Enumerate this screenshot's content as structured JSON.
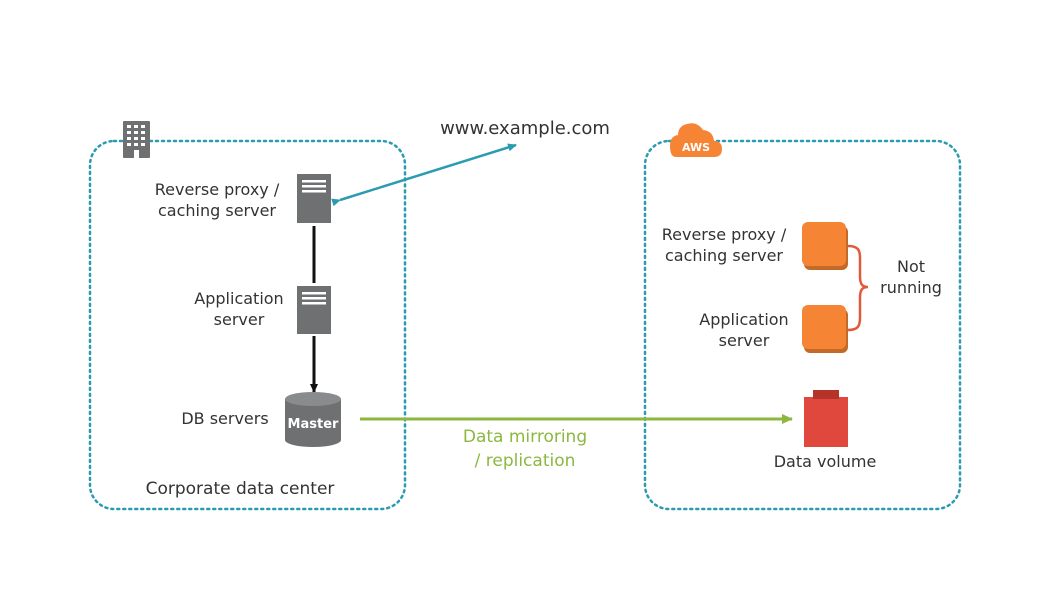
{
  "url": "www.example.com",
  "corporate": {
    "title": "Corporate data center",
    "proxy_label_1": "Reverse proxy /",
    "proxy_label_2": "caching server",
    "app_label_1": "Application",
    "app_label_2": "server",
    "db_label": "DB servers",
    "db_master": "Master"
  },
  "aws": {
    "badge": "AWS",
    "proxy_label_1": "Reverse proxy /",
    "proxy_label_2": "caching server",
    "app_label_1": "Application",
    "app_label_2": "server",
    "status_1": "Not",
    "status_2": "running",
    "volume_label": "Data volume"
  },
  "mirroring": {
    "line_1": "Data mirroring",
    "line_2": "/ replication"
  },
  "colors": {
    "boundary": "#2a9bb0",
    "link_arrow": "#2a9bb0",
    "server_gray": "#6f7072",
    "aws_orange": "#f58535",
    "volume_red": "#e0483e",
    "mirror_green": "#8cb83f",
    "brace": "#e2593a"
  },
  "icons": {
    "corporate": "building-icon",
    "aws": "aws-cloud-icon",
    "server": "server-icon",
    "database": "database-icon",
    "instance": "instance-icon",
    "volume": "volume-icon"
  }
}
